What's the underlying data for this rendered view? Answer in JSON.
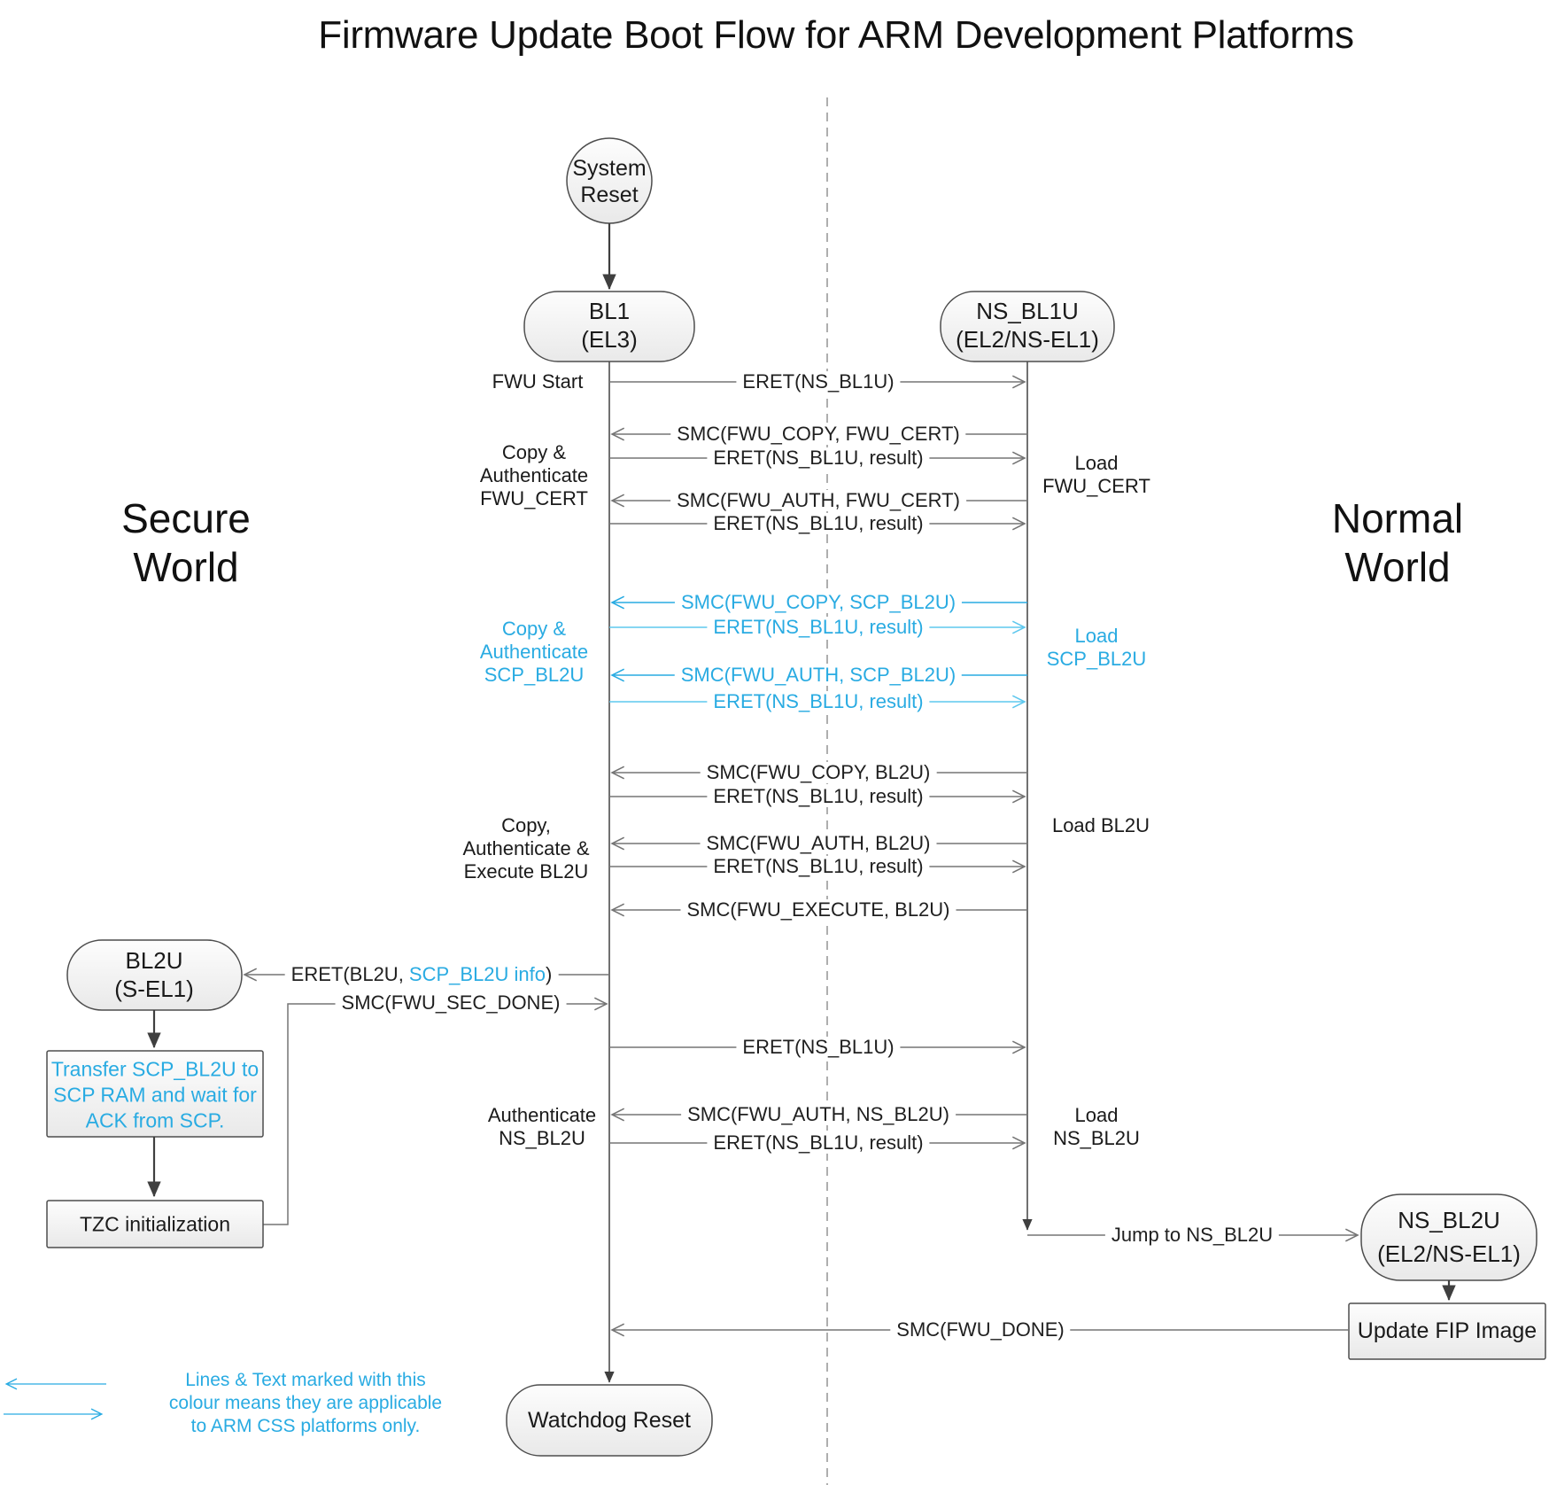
{
  "title": "Firmware Update Boot Flow for ARM Development Platforms",
  "worlds": {
    "secure": {
      "l1": "Secure",
      "l2": "World"
    },
    "normal": {
      "l1": "Normal",
      "l2": "World"
    }
  },
  "nodes": {
    "system_reset": {
      "line1": "System",
      "line2": "Reset"
    },
    "bl1": {
      "line1": "BL1",
      "line2": "(EL3)"
    },
    "ns_bl1u": {
      "line1": "NS_BL1U",
      "line2": "(EL2/NS-EL1)"
    },
    "bl2u": {
      "line1": "BL2U",
      "line2": "(S-EL1)"
    },
    "ns_bl2u": {
      "line1": "NS_BL2U",
      "line2": "(EL2/NS-EL1)"
    },
    "transfer": {
      "line1": "Transfer SCP_BL2U to",
      "line2": "SCP RAM and wait for",
      "line3": "ACK from SCP."
    },
    "tzc": {
      "label": "TZC initialization"
    },
    "update_fip": {
      "label": "Update FIP Image"
    },
    "watchdog": {
      "label": "Watchdog Reset"
    }
  },
  "messages": {
    "eret_ns_bl1u_1": "ERET(NS_BL1U)",
    "smc_copy_fwu_cert": "SMC(FWU_COPY, FWU_CERT)",
    "eret_result_1": "ERET(NS_BL1U, result)",
    "smc_auth_fwu_cert": "SMC(FWU_AUTH, FWU_CERT)",
    "eret_result_2": "ERET(NS_BL1U, result)",
    "smc_copy_scp_bl2u": "SMC(FWU_COPY, SCP_BL2U)",
    "eret_result_3": "ERET(NS_BL1U, result)",
    "smc_auth_scp_bl2u": "SMC(FWU_AUTH, SCP_BL2U)",
    "eret_result_4": "ERET(NS_BL1U, result)",
    "smc_copy_bl2u": "SMC(FWU_COPY, BL2U)",
    "eret_result_5": "ERET(NS_BL1U, result)",
    "smc_auth_bl2u": "SMC(FWU_AUTH, BL2U)",
    "eret_result_6": "ERET(NS_BL1U, result)",
    "smc_execute_bl2u": "SMC(FWU_EXECUTE, BL2U)",
    "eret_bl2u_prefix": "ERET(BL2U, ",
    "eret_bl2u_blue": "SCP_BL2U info",
    "eret_bl2u_suffix": ")",
    "smc_sec_done": "SMC(FWU_SEC_DONE)",
    "eret_ns_bl1u_2": "ERET(NS_BL1U)",
    "smc_auth_ns_bl2u": "SMC(FWU_AUTH, NS_BL2U)",
    "eret_result_7": "ERET(NS_BL1U, result)",
    "jump_to_ns_bl2u": "Jump to NS_BL2U",
    "smc_fwu_done": "SMC(FWU_DONE)"
  },
  "side_labels": {
    "fwu_start": "FWU Start",
    "copy_auth_fwu_cert": {
      "l1": "Copy &",
      "l2": "Authenticate",
      "l3": "FWU_CERT"
    },
    "load_fwu_cert": {
      "l1": "Load",
      "l2": "FWU_CERT"
    },
    "copy_auth_scp_bl2u": {
      "l1": "Copy &",
      "l2": "Authenticate",
      "l3": "SCP_BL2U"
    },
    "load_scp_bl2u": {
      "l1": "Load",
      "l2": "SCP_BL2U"
    },
    "copy_auth_exec_bl2u": {
      "l1": "Copy,",
      "l2": "Authenticate &",
      "l3": "Execute BL2U"
    },
    "load_bl2u": "Load BL2U",
    "auth_ns_bl2u": {
      "l1": "Authenticate",
      "l2": "NS_BL2U"
    },
    "load_ns_bl2u": {
      "l1": "Load",
      "l2": "NS_BL2U"
    }
  },
  "legend": {
    "line1": "Lines & Text marked with this",
    "line2": "colour means they are applicable",
    "line3": "to ARM CSS platforms only."
  },
  "colors": {
    "accent_blue": "#29abe2",
    "accent_blue_light": "#5fc8ee",
    "line_gray": "#757575",
    "flow_dark": "#3f3f3f",
    "border_gray": "#4d4d4d",
    "divider_gray": "#949494",
    "text_dark": "#1a1a1a",
    "node_fill_top": "#fdfdfd",
    "node_fill_bottom": "#e9e9e9"
  }
}
